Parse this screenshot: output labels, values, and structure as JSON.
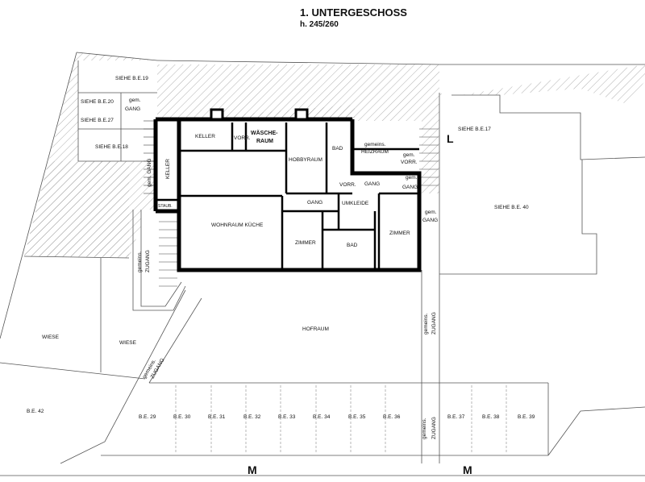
{
  "header": {
    "title": "1. UNTERGESCHOSS",
    "subtitle": "h. 245/260"
  },
  "rooms": {
    "keller_top": "KELLER",
    "vorr_1": "VORR.",
    "waesche_1": "WÄSCHE-",
    "waesche_2": "RAUM",
    "bad_1": "BAD",
    "hobbyraum": "HOBBYRAUM",
    "heizraum_1": "gemeins.",
    "heizraum_2": "HEIZRAUM",
    "keller_side": "KELLER",
    "gem_gang_left": "gem. GANG",
    "stiegen": "STAUB.",
    "wohnraum": "WOHNRAUM KÜCHE",
    "gang_1": "GANG",
    "umkleide": "UMKLEIDE",
    "vorr_2": "VORR.",
    "gang_2": "GANG",
    "gem_vorr_1": "gem.",
    "gem_vorr_2": "VORR.",
    "gem_gang_r1": "gem.",
    "gem_gang_r2": "GANG",
    "zimmer_1": "ZIMMER",
    "bad_2": "BAD",
    "zimmer_2": "ZIMMER",
    "gem_gang_right_1": "gem.",
    "gem_gang_right_2": "GANG",
    "hofraum": "HOFRAUM"
  },
  "references": {
    "be19": "SIEHE B.E.19",
    "be20": "SIEHE B.E.20",
    "gem_gang_a": "gem.",
    "gem_gang_b": "GANG",
    "be27": "SIEHE B.E.27",
    "be18": "SIEHE B.E.18",
    "be17": "SIEHE B.E.17",
    "be40": "SIEHE B.E. 40",
    "l_mark": "L"
  },
  "outdoor": {
    "wiese_1": "WIESE",
    "wiese_2": "WIESE",
    "be42": "B.E. 42",
    "zugang_left_1": "gemeins.",
    "zugang_left_2": "ZUGANG",
    "zugang_diag_1": "gemeins.",
    "zugang_diag_2": "ZUGANG",
    "zugang_mid_1": "gemeins.",
    "zugang_mid_2": "ZUGANG",
    "zugang_low_1": "gemeins.",
    "zugang_low_2": "ZUGANG",
    "m_left": "M",
    "m_right": "M"
  },
  "parking": [
    "B.E. 29",
    "B.E. 30",
    "B.E. 31",
    "B.E. 32",
    "B.E. 33",
    "B.E. 34",
    "B.E. 35",
    "B.E. 36",
    "B.E. 37",
    "B.E. 38",
    "B.E. 39"
  ]
}
